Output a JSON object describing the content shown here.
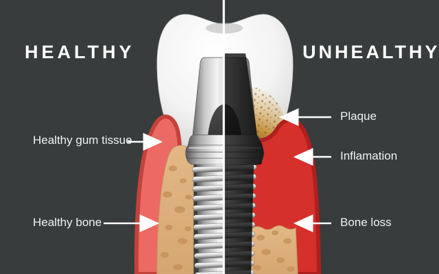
{
  "diagram": {
    "left": {
      "title": "HEALTHY",
      "labels": {
        "gum_tissue": "Healthy gum tissue",
        "bone": "Healthy bone"
      }
    },
    "right": {
      "title": "UNHEALTHY",
      "labels": {
        "plaque": "Plaque",
        "inflammation": "Inflamation",
        "bone_loss": "Bone loss"
      }
    },
    "colors": {
      "background": "#383c3c",
      "healthy_gum": "#ec6a63",
      "healthy_gum_edge": "#c4423c",
      "inflamed_gum": "#d5302c",
      "inflamed_gum_edge": "#ae201d",
      "bone": "#ddb07e",
      "bone_spots": "#c7945c",
      "plaque": "#b98a3e",
      "tooth": "#f1f1f1",
      "implant_metal": "#d7d7d7",
      "divider": "#ffffff",
      "text": "#ffffff",
      "arrow": "#ffffff"
    }
  }
}
